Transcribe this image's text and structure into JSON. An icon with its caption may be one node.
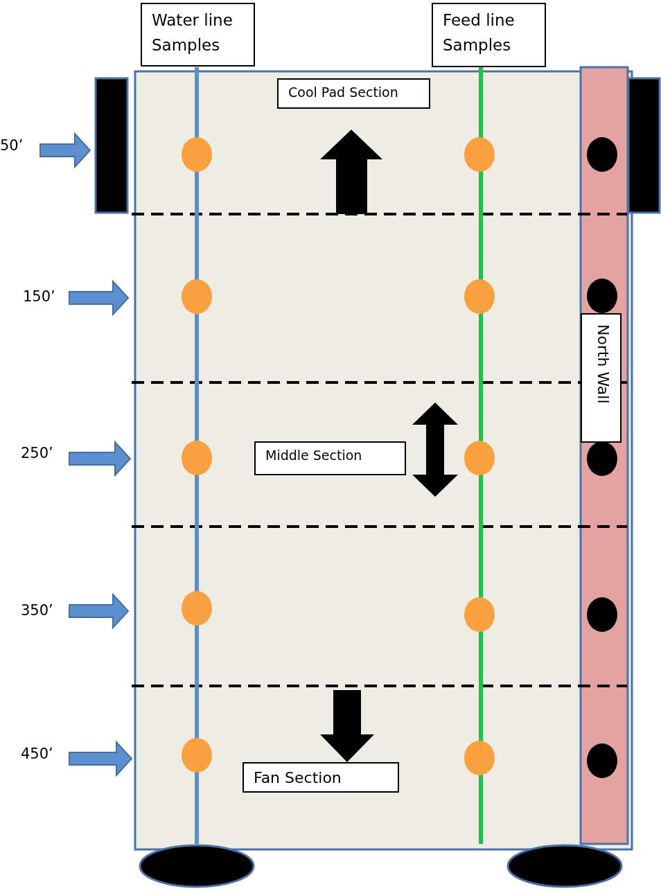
{
  "diagram": {
    "nodes": [
      {
        "text": [
          "Water line Samples"
        ]
      },
      {
        "text": [
          "Feed line Samples"
        ]
      },
      {
        "text": [
          "Cool Pad Section"
        ]
      },
      {
        "text": [
          "Middle Section"
        ]
      },
      {
        "text": [
          "Fan Section"
        ]
      },
      {
        "text": [
          "North Wall"
        ]
      }
    ],
    "labels": [
      "50’",
      "150’",
      "250’",
      "350’",
      "450’"
    ]
  }
}
